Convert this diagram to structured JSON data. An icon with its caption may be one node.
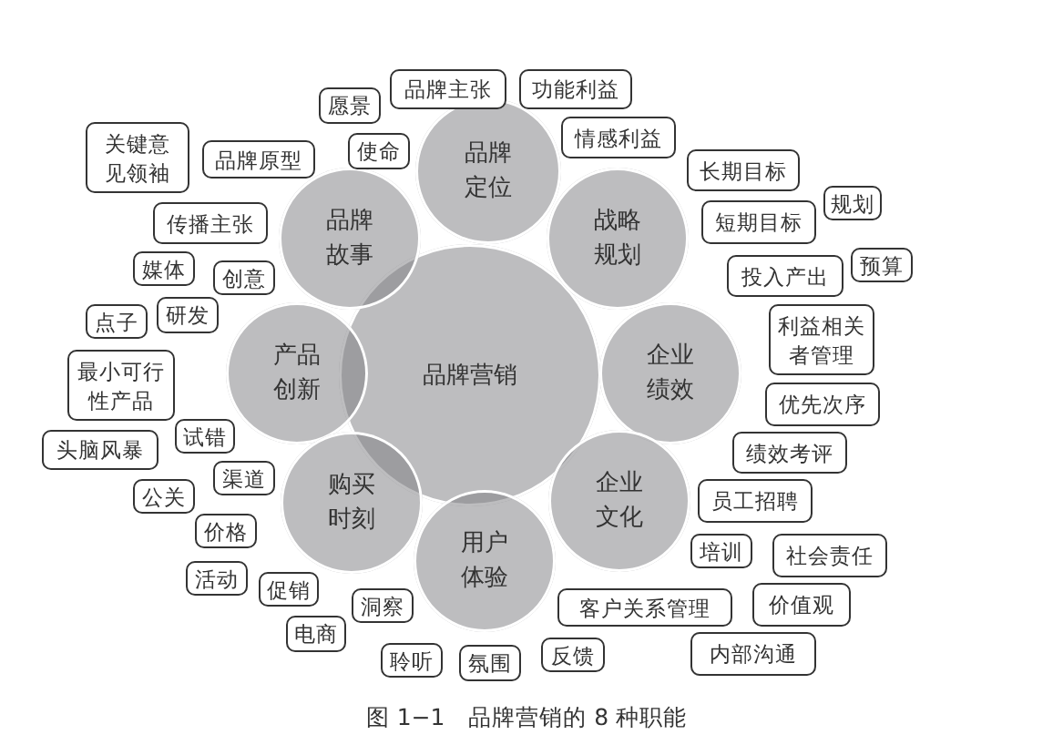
{
  "diagram": {
    "caption": "图 1−1　品牌营销的 8 种职能",
    "nodes": [
      {
        "text": [
          "品牌营销"
        ]
      },
      {
        "text": [
          "品牌定位"
        ]
      },
      {
        "text": [
          "战略规划"
        ]
      },
      {
        "text": [
          "企业绩效"
        ]
      },
      {
        "text": [
          "企业文化"
        ]
      },
      {
        "text": [
          "用户体验"
        ]
      },
      {
        "text": [
          "购买时刻"
        ]
      },
      {
        "text": [
          "产品创新"
        ]
      },
      {
        "text": [
          "品牌故事"
        ]
      },
      {
        "text": [
          "品牌主张"
        ]
      },
      {
        "text": [
          "功能利益"
        ]
      },
      {
        "text": [
          "愿景"
        ]
      },
      {
        "text": [
          "关键意见领袖"
        ]
      },
      {
        "text": [
          "品牌原型"
        ]
      },
      {
        "text": [
          "使命"
        ]
      },
      {
        "text": [
          "情感利益"
        ]
      },
      {
        "text": [
          "长期目标"
        ]
      },
      {
        "text": [
          "规划"
        ]
      },
      {
        "text": [
          "短期目标"
        ]
      },
      {
        "text": [
          "传播主张"
        ]
      },
      {
        "text": [
          "媒体"
        ]
      },
      {
        "text": [
          "创意"
        ]
      },
      {
        "text": [
          "投入产出"
        ]
      },
      {
        "text": [
          "预算"
        ]
      },
      {
        "text": [
          "研发"
        ]
      },
      {
        "text": [
          "点子"
        ]
      },
      {
        "text": [
          "利益相关者管理"
        ]
      },
      {
        "text": [
          "最小可行性产品"
        ]
      },
      {
        "text": [
          "优先次序"
        ]
      },
      {
        "text": [
          "试错"
        ]
      },
      {
        "text": [
          "头脑风暴"
        ]
      },
      {
        "text": [
          "绩效考评"
        ]
      },
      {
        "text": [
          "渠道"
        ]
      },
      {
        "text": [
          "公关"
        ]
      },
      {
        "text": [
          "员工招聘"
        ]
      },
      {
        "text": [
          "价格"
        ]
      },
      {
        "text": [
          "培训"
        ]
      },
      {
        "text": [
          "社会责任"
        ]
      },
      {
        "text": [
          "活动"
        ]
      },
      {
        "text": [
          "促销"
        ]
      },
      {
        "text": [
          "价值观"
        ]
      },
      {
        "text": [
          "客户关系管理"
        ]
      },
      {
        "text": [
          "洞察"
        ]
      },
      {
        "text": [
          "电商"
        ]
      },
      {
        "text": [
          "内部沟通"
        ]
      },
      {
        "text": [
          "反馈"
        ]
      },
      {
        "text": [
          "聆听"
        ]
      },
      {
        "text": [
          "氛围"
        ]
      }
    ]
  }
}
